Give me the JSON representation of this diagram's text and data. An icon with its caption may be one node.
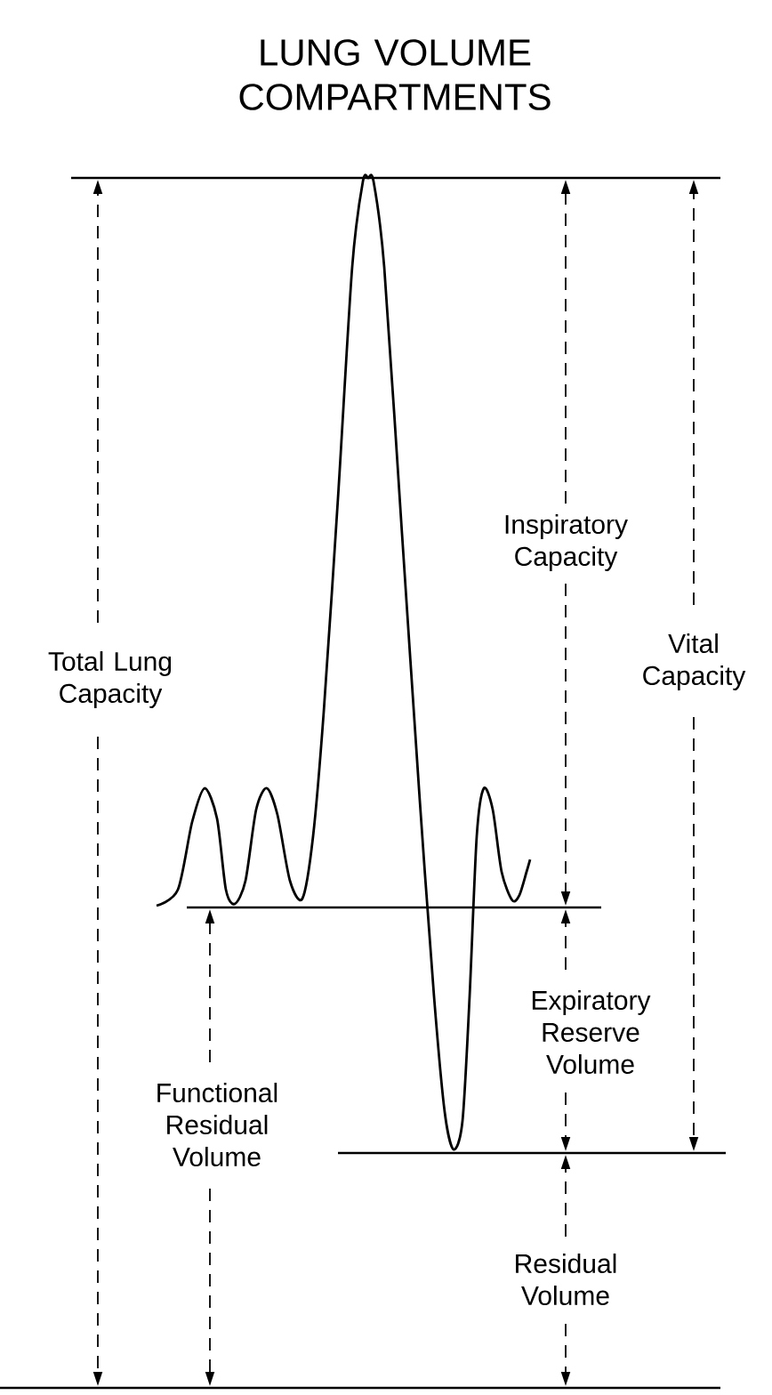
{
  "diagram": {
    "title": "LUNG VOLUME COMPARTMENTS",
    "labels": [
      "Inspiratory Capacity",
      "Vital Capacity",
      "Total Lung Capacity",
      "Expiratory Reserve Volume",
      "Functional Residual Volume",
      "Residual Volume"
    ]
  }
}
